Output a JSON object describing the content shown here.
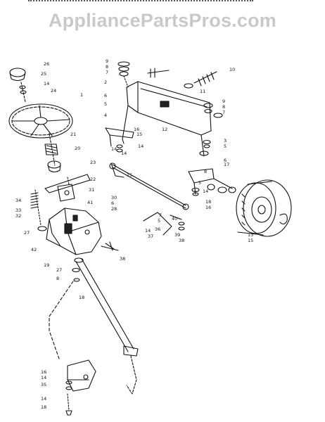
{
  "watermark": "AppliancePartsPros.com",
  "labels": [
    "26",
    "25",
    "14",
    "24",
    "1",
    "21",
    "20",
    "23",
    "22",
    "31",
    "30",
    "6",
    "28",
    "34",
    "33",
    "32",
    "41",
    "27",
    "42",
    "19",
    "38",
    "27",
    "8",
    "18",
    "16",
    "14",
    "35",
    "14",
    "18",
    "9",
    "8",
    "7",
    "2",
    "6",
    "5",
    "4",
    "16",
    "15",
    "14",
    "14",
    "14",
    "15",
    "12",
    "10",
    "11",
    "9",
    "8",
    "7",
    "3",
    "5",
    "6",
    "8",
    "5",
    "14",
    "18",
    "16",
    "13",
    "15",
    "7",
    "5",
    "36",
    "37",
    "39",
    "38",
    "40",
    "17",
    "14"
  ]
}
